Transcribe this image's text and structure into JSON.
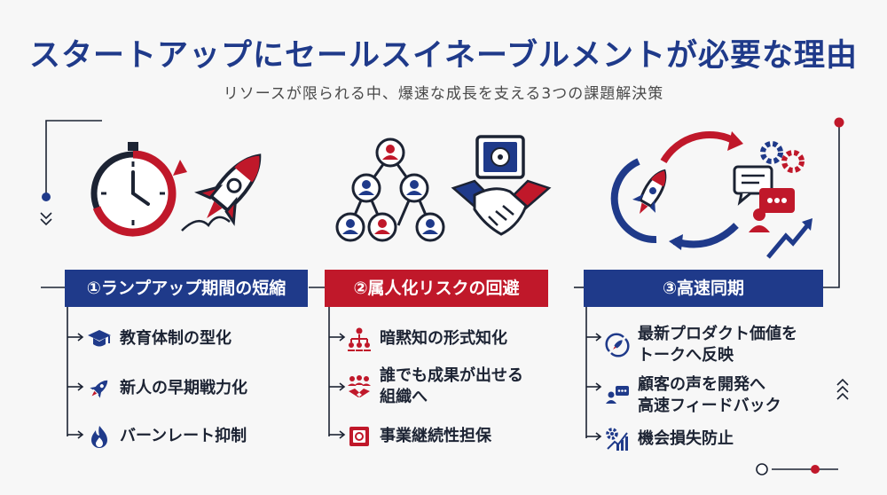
{
  "title": "スタートアップにセールスイネーブルメントが必要な理由",
  "subtitle": "リソースが限られる中、爆速な成長を支える3つの課題解決策",
  "colors": {
    "navy": "#1f3a8a",
    "red": "#c0182a",
    "dark": "#1c2333"
  },
  "columns": [
    {
      "header": "①ランプアップ期間の短縮",
      "items": [
        {
          "icon": "graduation-cap-icon",
          "lines": [
            "教育体制の型化"
          ]
        },
        {
          "icon": "rocket-icon",
          "lines": [
            "新人の早期戦力化"
          ]
        },
        {
          "icon": "flame-icon",
          "lines": [
            "バーンレート抑制"
          ]
        }
      ]
    },
    {
      "header": "②属人化リスクの回避",
      "items": [
        {
          "icon": "org-chart-icon",
          "lines": [
            "暗黙知の形式知化"
          ]
        },
        {
          "icon": "team-handshake-icon",
          "lines": [
            "誰でも成果が出せる",
            "組織へ"
          ]
        },
        {
          "icon": "safe-icon",
          "lines": [
            "事業継続性担保"
          ]
        }
      ]
    },
    {
      "header": "③高速同期",
      "items": [
        {
          "icon": "rocket-cycle-icon",
          "lines": [
            "最新プロダクト価値を",
            "トークへ反映"
          ]
        },
        {
          "icon": "chat-user-icon",
          "lines": [
            "顧客の声を開発へ",
            "高速フィードバック"
          ]
        },
        {
          "icon": "gear-chart-icon",
          "lines": [
            "機会損失防止"
          ]
        }
      ]
    }
  ]
}
